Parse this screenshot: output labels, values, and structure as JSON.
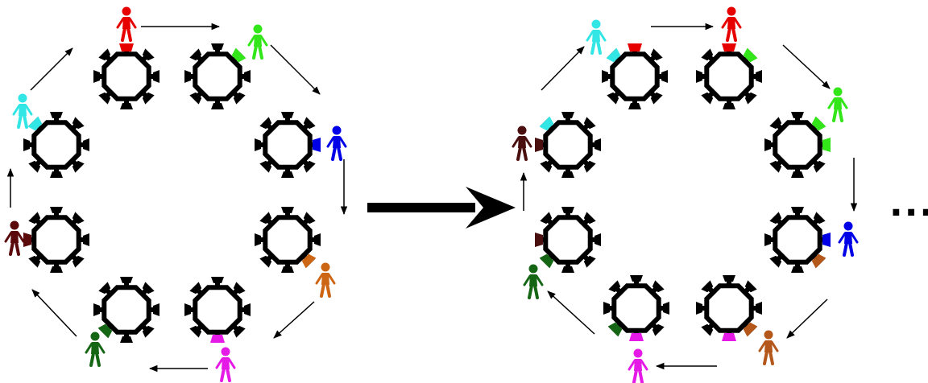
{
  "ellipsis_text": "...",
  "colors": {
    "ink": "#000000",
    "red": "#e60000",
    "green": "#33e61a",
    "blue": "#0000e6",
    "orange": "#cc6614",
    "magenta": "#e61ae6",
    "darkgreen": "#146614",
    "darkbrown": "#5a0a0a",
    "cyan": "#33e6e6",
    "brown_right": "#b3571a",
    "darkbrown_right": "#4a1010"
  },
  "diagrams": [
    {
      "name": "before",
      "tables": [
        {
          "id": "t1",
          "seat_color": "red",
          "person_color": "red"
        },
        {
          "id": "t2",
          "seat_color": "green",
          "person_color": "green"
        },
        {
          "id": "t3",
          "seat_color": "blue",
          "person_color": "blue"
        },
        {
          "id": "t4",
          "seat_color": "orange",
          "person_color": "orange"
        },
        {
          "id": "t5",
          "seat_color": "magenta",
          "person_color": "magenta"
        },
        {
          "id": "t6",
          "seat_color": "darkgreen",
          "person_color": "darkgreen"
        },
        {
          "id": "t7",
          "seat_color": "darkbrown",
          "person_color": "darkbrown"
        },
        {
          "id": "t8",
          "seat_color": "cyan",
          "person_color": "cyan"
        }
      ],
      "arrow_direction": "clockwise"
    },
    {
      "name": "after",
      "tables": [
        {
          "id": "t1",
          "seat_color": "red",
          "person_color": "red"
        },
        {
          "id": "t2",
          "seat_color": "green",
          "person_color": "green"
        },
        {
          "id": "t3",
          "seat_color": "blue",
          "person_color": "blue"
        },
        {
          "id": "t4",
          "seat_color": "brown_right",
          "person_color": "brown_right"
        },
        {
          "id": "t5",
          "seat_color": "magenta",
          "person_color": "magenta"
        },
        {
          "id": "t6",
          "seat_color": "darkgreen",
          "person_color": "darkgreen"
        },
        {
          "id": "t7",
          "seat_color": "darkbrown_right",
          "person_color": "darkbrown_right"
        },
        {
          "id": "t8",
          "seat_color": "cyan",
          "person_color": "cyan"
        }
      ],
      "arrow_direction": "clockwise"
    }
  ],
  "transition_arrow": "right"
}
